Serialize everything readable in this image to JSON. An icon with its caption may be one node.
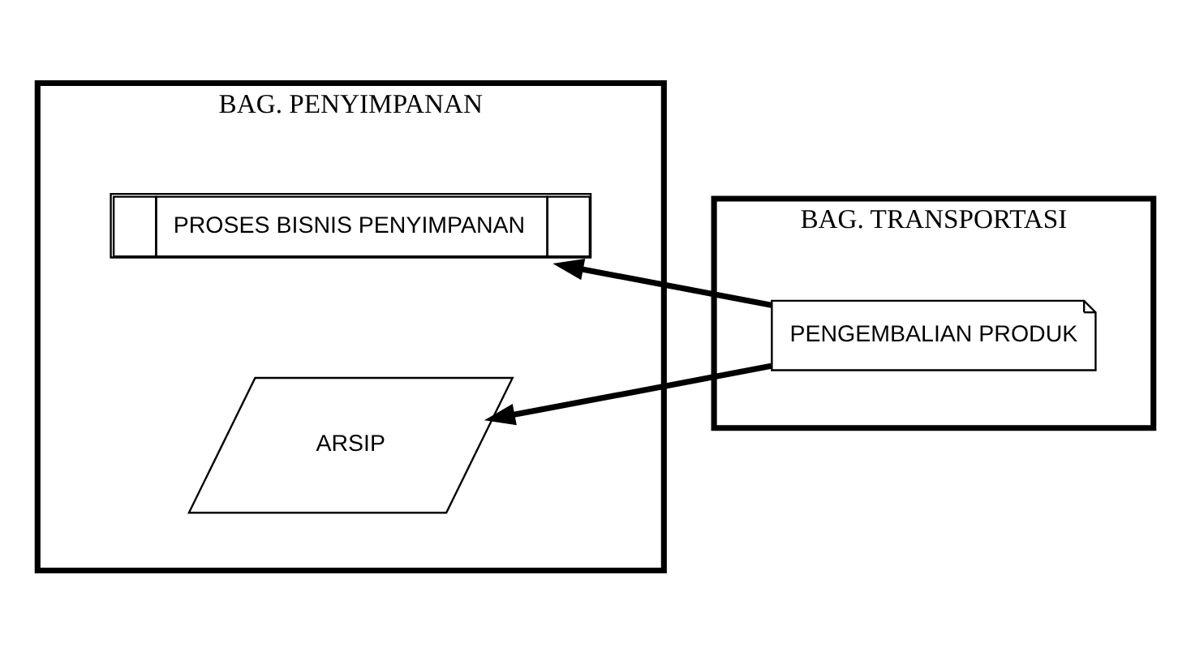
{
  "diagram": {
    "nodes": [
      {
        "text": [
          "BAG. PENYIMPANAN"
        ]
      },
      {
        "text": [
          "BAG. TRANSPORTASI"
        ]
      },
      {
        "text": [
          "PROSES BISNIS PENYIMPANAN"
        ],
        "in": 0
      },
      {
        "text": [
          "PENGEMBALIAN PRODUK"
        ],
        "in": 1
      },
      {
        "text": [
          "ARSIP"
        ],
        "in": 0
      }
    ],
    "edges": [
      {
        "from": 3,
        "to": 2,
        "arrow": "to"
      },
      {
        "from": 3,
        "to": 4,
        "arrow": "to"
      }
    ]
  }
}
